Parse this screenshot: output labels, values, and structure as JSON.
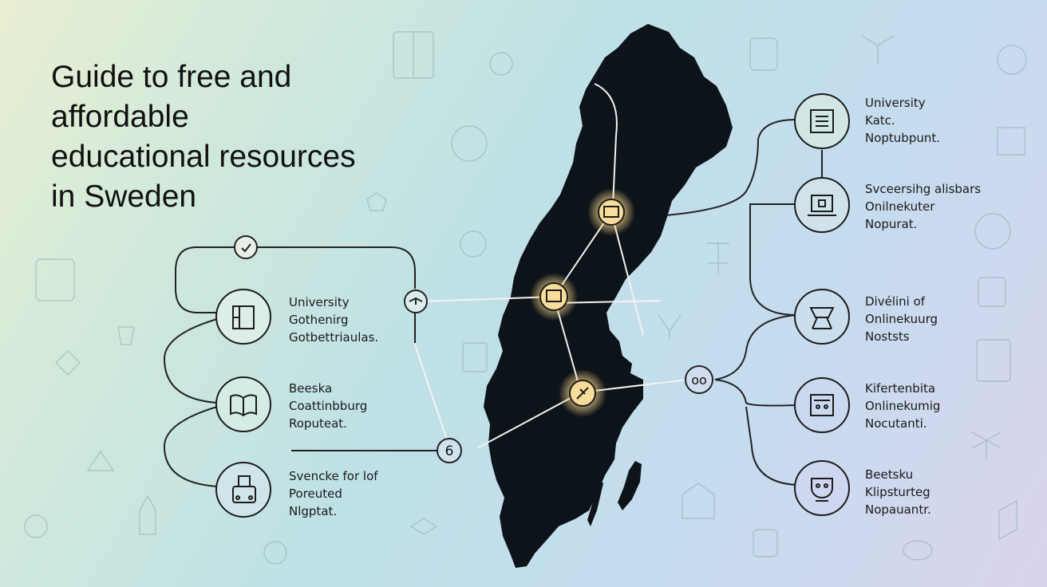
{
  "title_lines": [
    "Guide to free and",
    "affordable",
    "educational resources",
    "in Sweden"
  ],
  "left_nodes": [
    {
      "icon": "cube-icon",
      "lines": [
        "University",
        "Gothenirg",
        "Gotbettriaulas."
      ]
    },
    {
      "icon": "open-book-icon",
      "lines": [
        "Beeska",
        "Coattinbburg",
        "Roputeat."
      ]
    },
    {
      "icon": "tag-icon",
      "lines": [
        "Svencke for lof",
        "Poreuted",
        "Nlgptat."
      ]
    }
  ],
  "right_nodes": [
    {
      "icon": "book-icon",
      "lines": [
        "University",
        "Katc.",
        "Noptubpunt."
      ]
    },
    {
      "icon": "laptop-icon",
      "lines": [
        "Svceersihg alisbars",
        "Onilnekuter",
        "Nopurat."
      ]
    },
    {
      "icon": "desk-icon",
      "lines": [
        "Divélini of",
        "Onlinekuurg",
        "Noststs"
      ]
    },
    {
      "icon": "monitor-icon",
      "lines": [
        "Kifertenbita",
        "Onlinekumig",
        "Nocutanti."
      ]
    },
    {
      "icon": "mug-icon",
      "lines": [
        "Beetsku",
        "Klipsturteg",
        "Nopauantr."
      ]
    }
  ],
  "junction_badge": "6",
  "chain_badge": "oo",
  "colors": {
    "glow": "#f8dc9a",
    "map": "#0d1419",
    "line": "#ffffff",
    "node_stroke": "#1c1c1c"
  }
}
